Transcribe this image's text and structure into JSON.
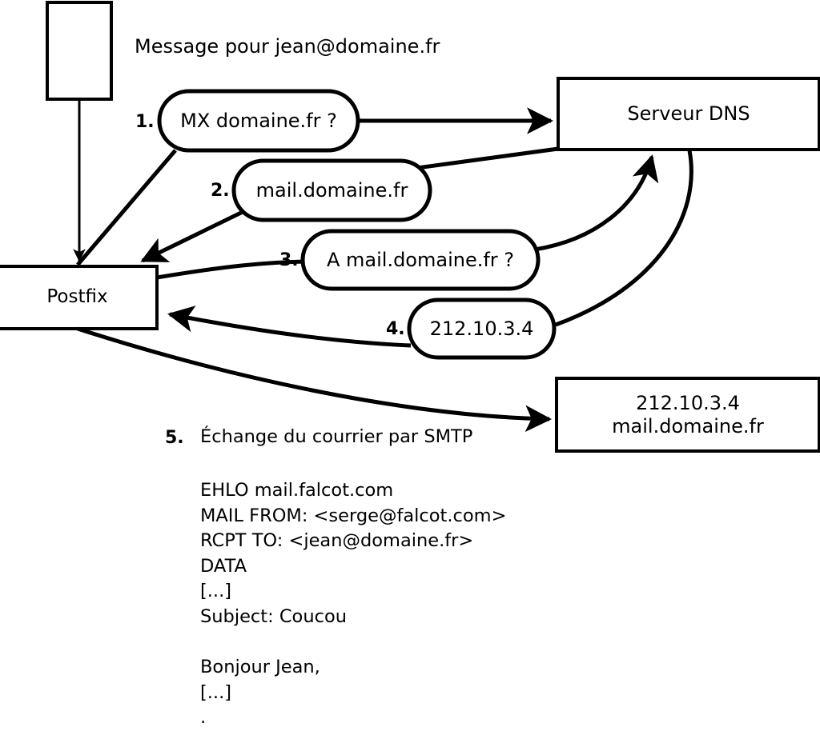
{
  "diagram": {
    "title_text": "Message pour jean@domaine.fr",
    "stroke_color": "#000000",
    "fill_color": "#ffffff",
    "nodes": {
      "mail_client_box": {
        "label": ""
      },
      "postfix_box": {
        "label": "Postfix"
      },
      "dns_box": {
        "label": "Serveur DNS"
      },
      "mail_server_box": {
        "line1": "212.10.3.4",
        "line2": "mail.domaine.fr"
      }
    },
    "steps": [
      {
        "num": "1.",
        "bubble": "MX domaine.fr ?"
      },
      {
        "num": "2.",
        "bubble": "mail.domaine.fr"
      },
      {
        "num": "3.",
        "bubble": "A mail.domaine.fr ?"
      },
      {
        "num": "4.",
        "bubble": "212.10.3.4"
      },
      {
        "num": "5.",
        "caption": "Échange du courrier par SMTP"
      }
    ],
    "smtp_transcript": [
      "EHLO mail.falcot.com",
      "MAIL FROM: <serge@falcot.com>",
      "RCPT TO: <jean@domaine.fr>",
      "DATA",
      "[...]",
      "Subject: Coucou",
      "",
      "Bonjour Jean,",
      "[...]",
      "."
    ]
  }
}
